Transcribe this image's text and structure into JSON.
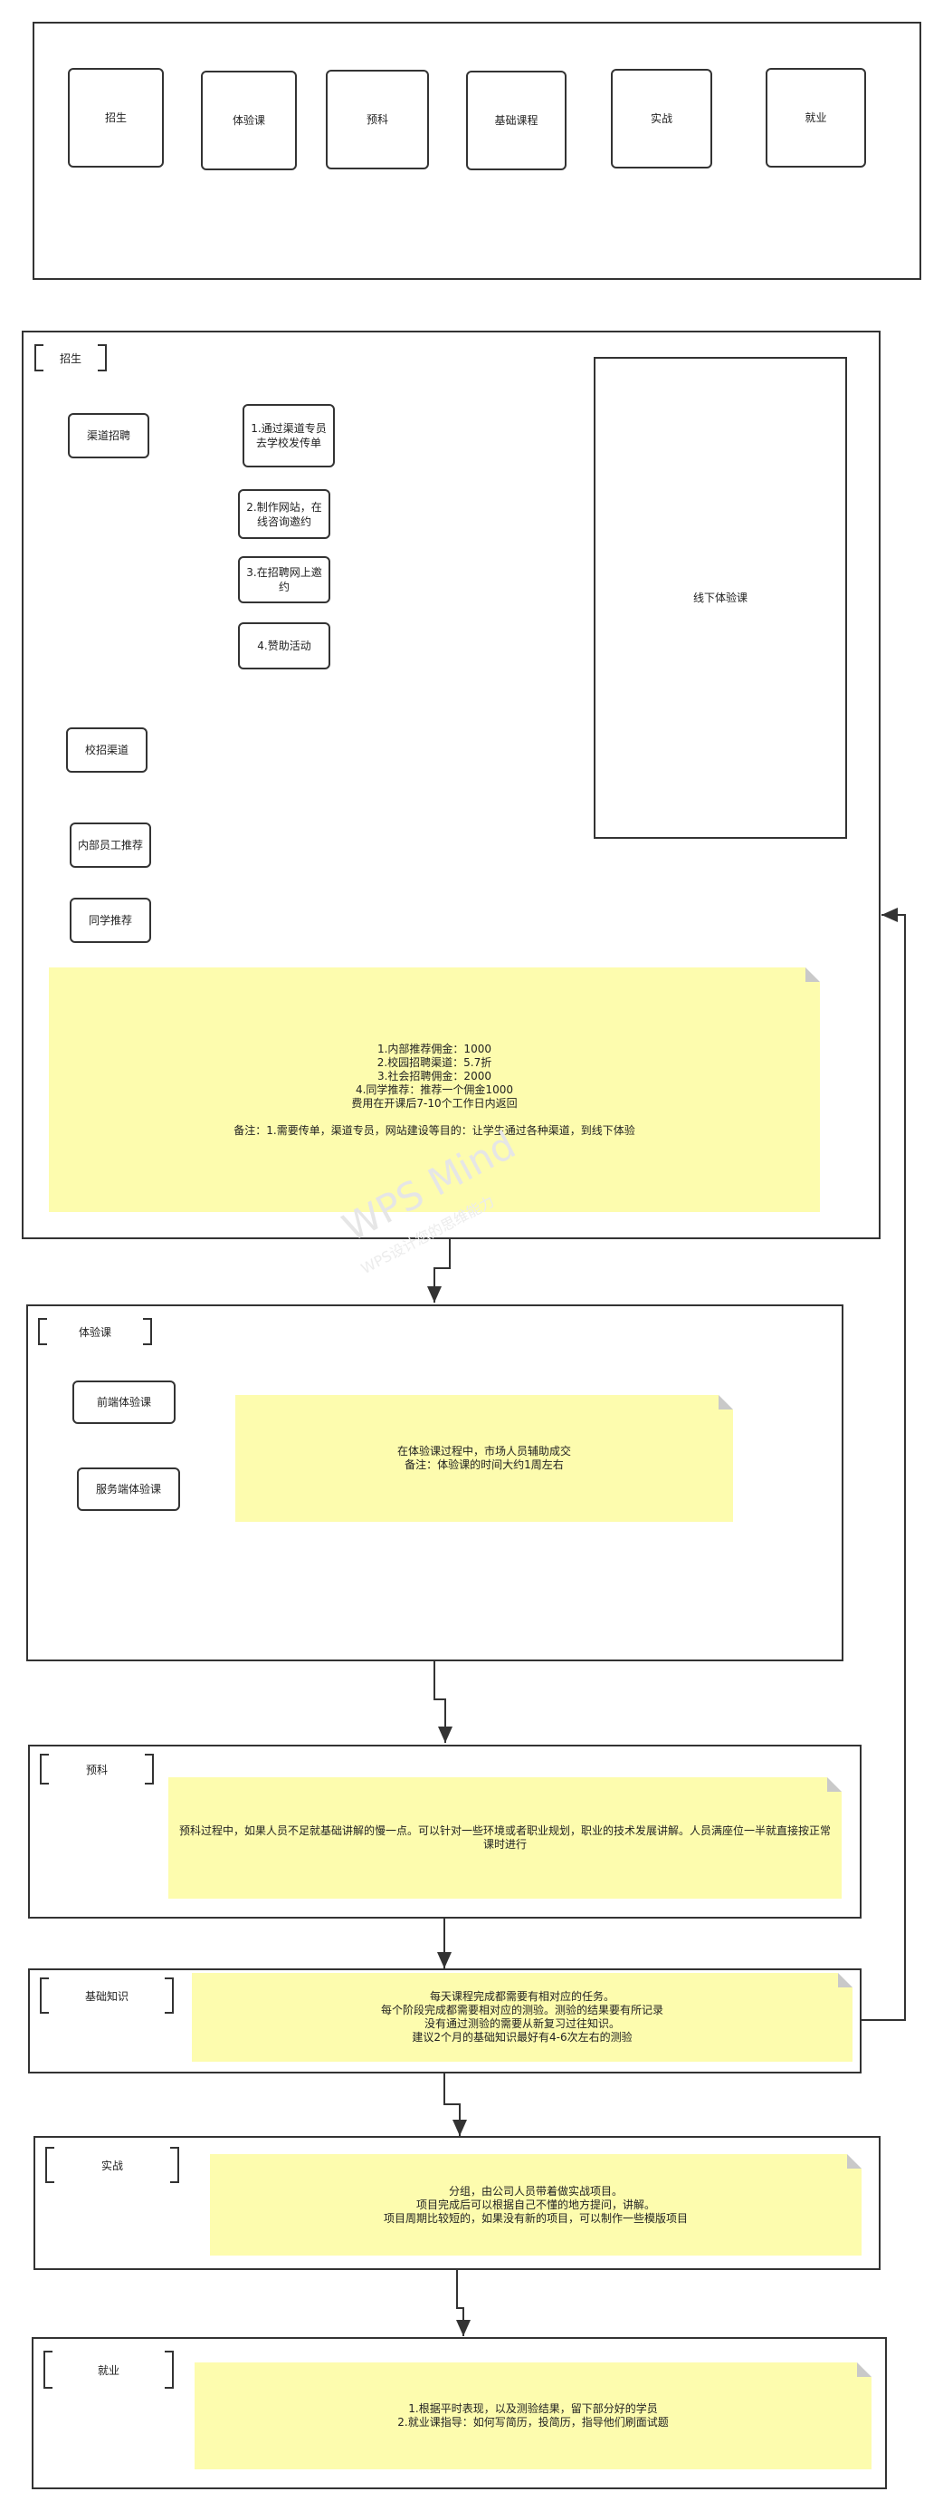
{
  "overview": {
    "stages": [
      "招生",
      "体验课",
      "预科",
      "基础课程",
      "实战",
      "就业"
    ]
  },
  "recruit": {
    "title": "招生",
    "channel_main": "渠道招聘",
    "methods": [
      "1.通过渠道专员去学校发传单",
      "2.制作网站，在线咨询邀约",
      "3.在招聘网上邀约",
      "4.赞助活动"
    ],
    "campus": "校招渠道",
    "internal": "内部员工推荐",
    "classmate": "同学推荐",
    "offline": "线下体验课",
    "note": "1.内部推荐佣金：1000\n2.校园招聘渠道：5.7折\n3.社会招聘佣金：2000\n4.同学推荐：推荐一个佣金1000\n费用在开课后7-10个工作日内返回\n\n备注：1.需要传单，渠道专员，网站建设等目的：让学生通过各种渠道，到线下体验"
  },
  "trial": {
    "title": "体验课",
    "frontend": "前端体验课",
    "backend": "服务端体验课",
    "note": "在体验课过程中，市场人员辅助成交\n备注：体验课的时间大约1周左右"
  },
  "prep": {
    "title": "预科",
    "note": "预科过程中，如果人员不足就基础讲解的慢一点。可以针对一些环境或者职业规划，职业的技术发展讲解。人员满座位一半就直接按正常课时进行"
  },
  "basic": {
    "title": "基础知识",
    "note": "每天课程完成都需要有相对应的任务。\n每个阶段完成都需要相对应的测验。测验的结果要有所记录\n没有通过测验的需要从新复习过往知识。\n建议2个月的基础知识最好有4-6次左右的测验"
  },
  "practice": {
    "title": "实战",
    "note": "分组，由公司人员带着做实战项目。\n项目完成后可以根据自己不懂的地方提问，讲解。\n项目周期比较短的，如果没有新的项目，可以制作一些模版项目"
  },
  "job": {
    "title": "就业",
    "note": "1.根据平时表现，以及测验结果，留下部分好的学员\n2.就业课指导：如何写简历，投简历，指导他们刷面试题"
  },
  "watermark": {
    "main": "WPS Mind",
    "sub": "WPS设计您的思维能力"
  }
}
